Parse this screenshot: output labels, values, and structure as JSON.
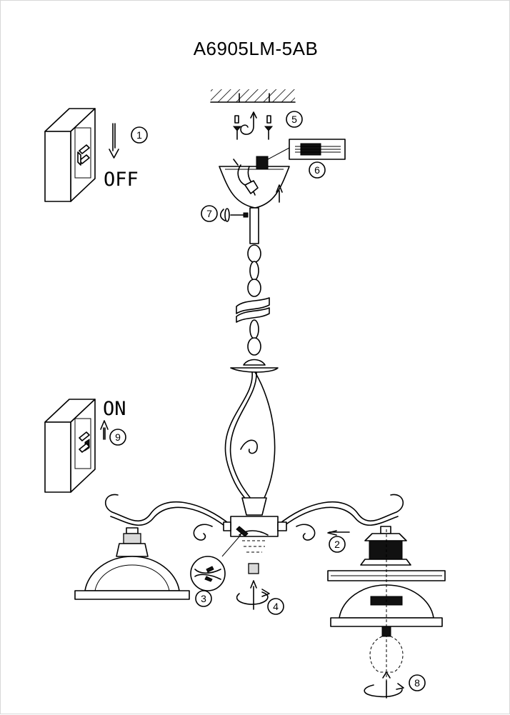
{
  "title": "A6905LM-5AB",
  "switch_off_label": "OFF",
  "switch_on_label": "ON",
  "steps": {
    "s1": "1",
    "s2": "2",
    "s3": "3",
    "s4": "4",
    "s5": "5",
    "s6": "6",
    "s7": "7",
    "s8": "8",
    "s9": "9"
  }
}
